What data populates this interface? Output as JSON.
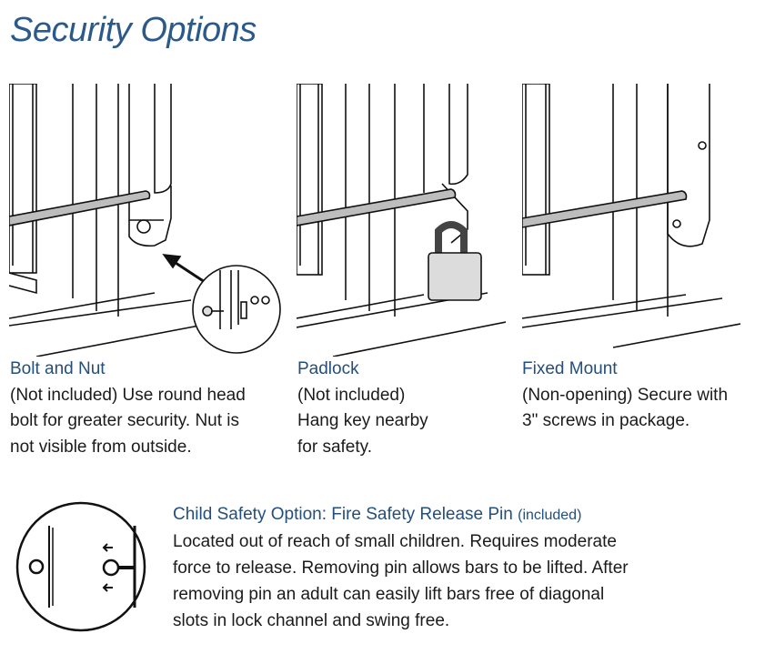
{
  "page": {
    "title": "Security Options"
  },
  "options": [
    {
      "heading": "Bolt and Nut",
      "lines": [
        "(Not included) Use round head",
        "bolt for greater security. Nut is",
        "not visible from outside."
      ]
    },
    {
      "heading": "Padlock",
      "lines": [
        "(Not included)",
        "Hang key nearby",
        "for safety."
      ]
    },
    {
      "heading": "Fixed Mount",
      "lines": [
        "(Non-opening) Secure with",
        "3\" screws in package."
      ]
    }
  ],
  "child_safety": {
    "heading": "Child Safety Option: Fire Safety Release Pin",
    "note": "(included)",
    "lines": [
      "Located out of reach of small children. Requires moderate",
      "force to release. Removing pin allows bars to be lifted. After",
      "removing pin an adult can easily lift bars free of diagonal",
      "slots in lock channel and swing free."
    ]
  },
  "colors": {
    "heading": "#234f7a",
    "title": "#2b5a8a",
    "text": "#1b1b1b"
  }
}
